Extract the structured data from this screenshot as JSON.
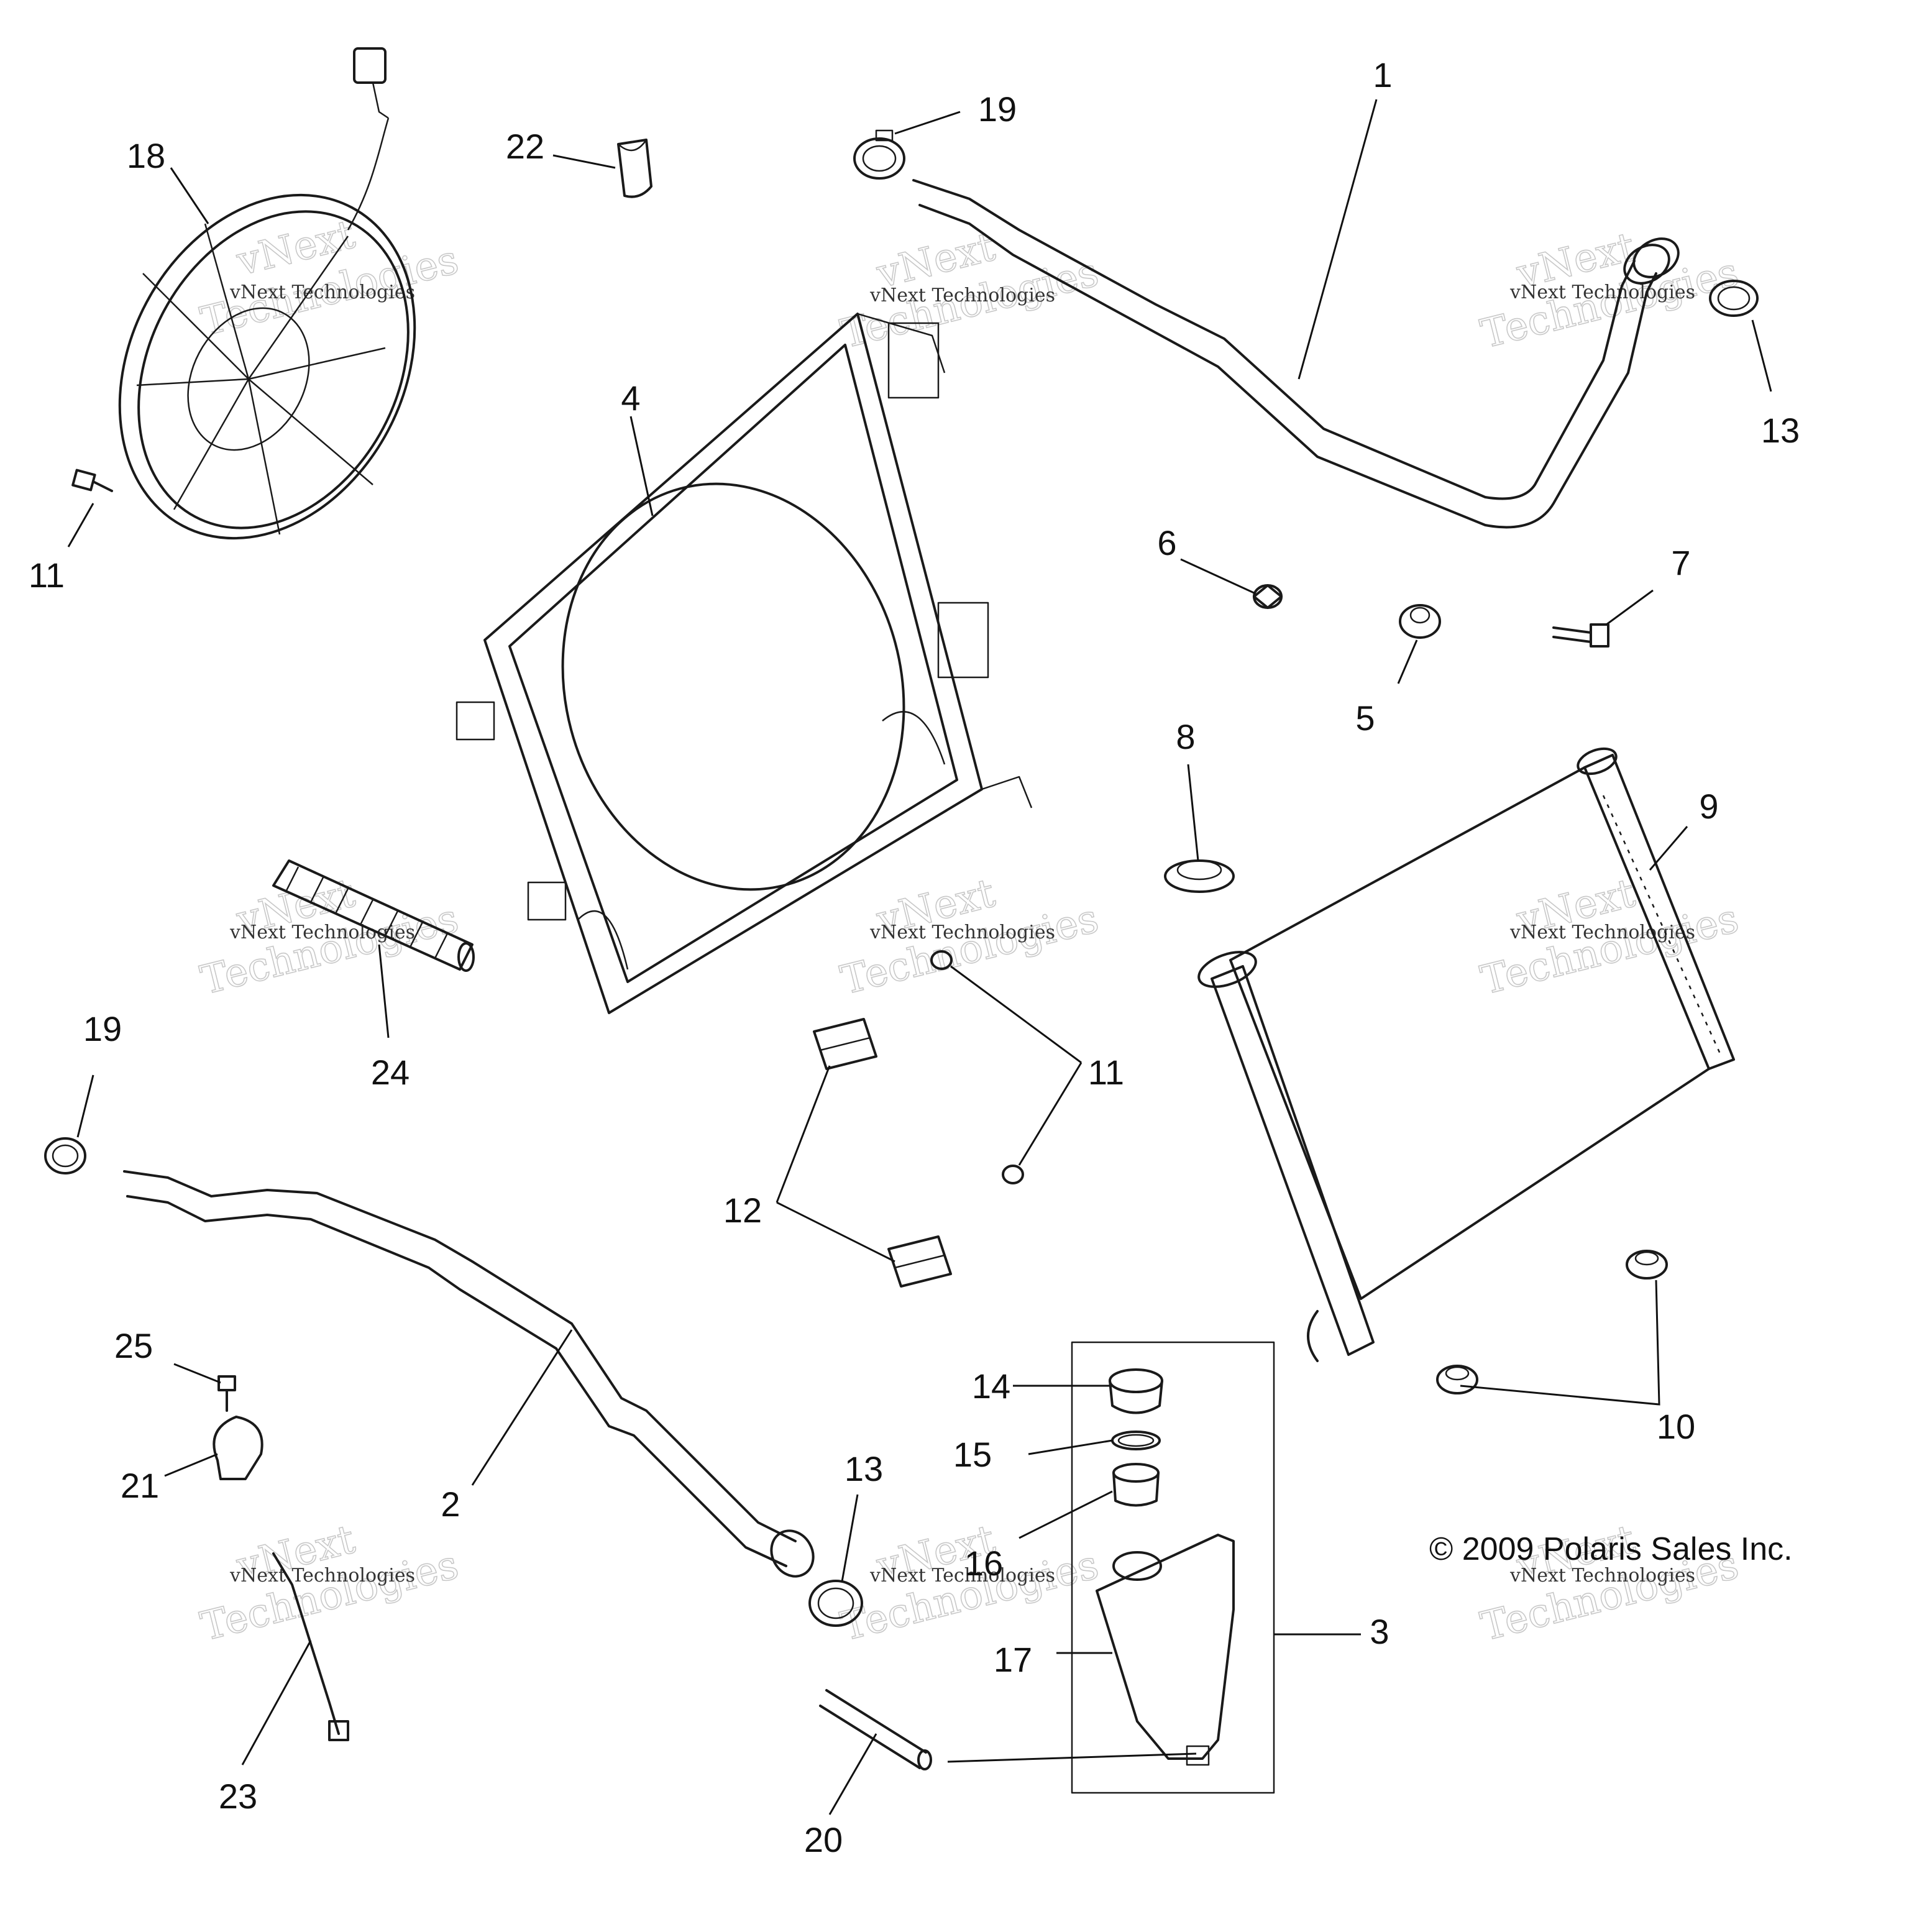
{
  "callouts": [
    {
      "id": "c1",
      "label": "1"
    },
    {
      "id": "c2",
      "label": "2"
    },
    {
      "id": "c3",
      "label": "3"
    },
    {
      "id": "c4",
      "label": "4"
    },
    {
      "id": "c5",
      "label": "5"
    },
    {
      "id": "c6",
      "label": "6"
    },
    {
      "id": "c7",
      "label": "7"
    },
    {
      "id": "c8",
      "label": "8"
    },
    {
      "id": "c9",
      "label": "9"
    },
    {
      "id": "c10",
      "label": "10"
    },
    {
      "id": "c11a",
      "label": "11"
    },
    {
      "id": "c11b",
      "label": "11"
    },
    {
      "id": "c12",
      "label": "12"
    },
    {
      "id": "c13a",
      "label": "13"
    },
    {
      "id": "c13b",
      "label": "13"
    },
    {
      "id": "c14",
      "label": "14"
    },
    {
      "id": "c15",
      "label": "15"
    },
    {
      "id": "c16",
      "label": "16"
    },
    {
      "id": "c17",
      "label": "17"
    },
    {
      "id": "c18",
      "label": "18"
    },
    {
      "id": "c19a",
      "label": "19"
    },
    {
      "id": "c19b",
      "label": "19"
    },
    {
      "id": "c20",
      "label": "20"
    },
    {
      "id": "c21",
      "label": "21"
    },
    {
      "id": "c22",
      "label": "22"
    },
    {
      "id": "c23",
      "label": "23"
    },
    {
      "id": "c24",
      "label": "24"
    },
    {
      "id": "c25",
      "label": "25"
    }
  ],
  "copyright": "© 2009 Polaris Sales Inc.",
  "watermark": {
    "line1": "vNext Technologies",
    "line2": "Technologies",
    "line3": "vNext"
  }
}
